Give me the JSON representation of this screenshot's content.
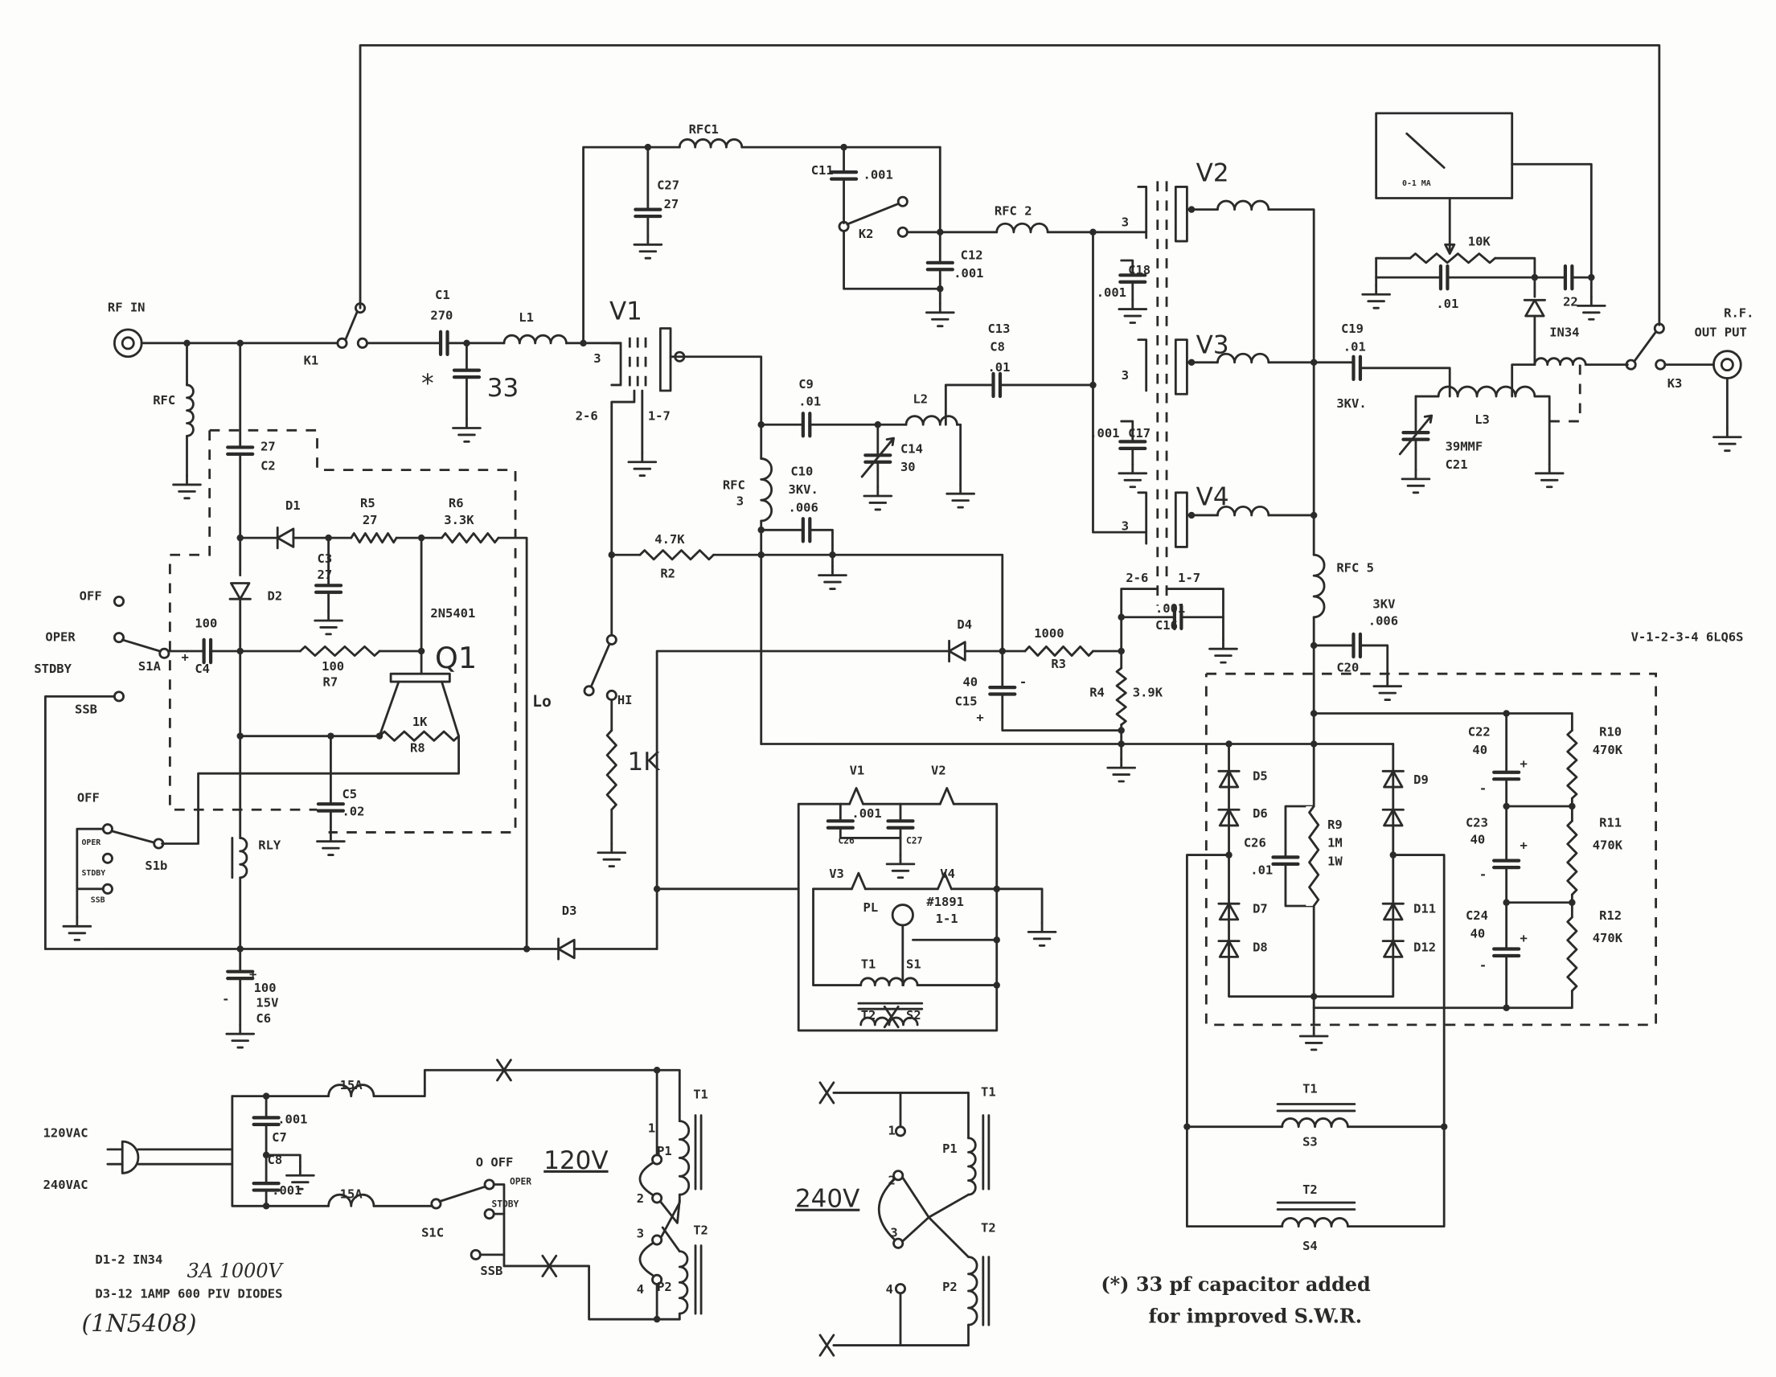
{
  "rf_in": "RF IN",
  "rf_out": {
    "line1": "R.F.",
    "line2": "OUT PUT"
  },
  "relays": {
    "k1": "K1",
    "k2": "K2",
    "k3": "K3"
  },
  "c1": {
    "name": "C1",
    "value": "270"
  },
  "added_cap": {
    "mark": "*",
    "value": "33"
  },
  "l1": "L1",
  "rfc_in": "RFC",
  "rfc1": "RFC1",
  "rfc2": "RFC 2",
  "rfc3": {
    "name": "RFC",
    "num": "3"
  },
  "rfc5": "RFC 5",
  "c27": {
    "name": "C27",
    "value": "27"
  },
  "c11": {
    "name": "C11",
    "value": ".001"
  },
  "c12": {
    "name": "C12",
    "value": ".001"
  },
  "tubes": {
    "v1": "V1",
    "v2": "V2",
    "v3": "V3",
    "v4": "V4",
    "type_note": "V-1-2-3-4 6LQ6S"
  },
  "pins": {
    "grid": "3",
    "cathode": "2-6",
    "heater": "1-7"
  },
  "c9": {
    "name": "C9",
    "value": ".01"
  },
  "c10": {
    "name": "C10",
    "rating": "3KV.",
    "value": ".006"
  },
  "c13": {
    "name": "C13",
    "alt": "C8",
    "value": ".01"
  },
  "c14": {
    "name": "C14",
    "value": "30"
  },
  "l2": "L2",
  "c16": {
    "value": ".001",
    "name": "C16"
  },
  "c17": {
    "value": ".001",
    "name": "C17"
  },
  "c18": {
    "value": ".001",
    "name": "C18"
  },
  "c19": {
    "name": "C19",
    "value": ".01",
    "rating": "3KV."
  },
  "l3": "L3",
  "c21": {
    "value": "39MMF",
    "name": "C21"
  },
  "meter": {
    "range": "0-1 MA",
    "pot": "10K",
    "cap1": ".01",
    "cap2": "22",
    "diode": "IN34"
  },
  "c20": {
    "rating": "3KV",
    "value": ".006",
    "name": "C20"
  },
  "r2": {
    "value": "4.7K",
    "name": "R2"
  },
  "d4": "D4",
  "r3": {
    "value": "1000",
    "name": "R3"
  },
  "r4": {
    "name": "R4",
    "value": "3.9K"
  },
  "c15": {
    "value": "40",
    "name": "C15",
    "minus": "-",
    "plus": "+"
  },
  "lohi": {
    "lo": "Lo",
    "hi": "HI",
    "res": "1K"
  },
  "bias": {
    "c2": {
      "value": "27",
      "name": "C2"
    },
    "d1": "D1",
    "d2": "D2",
    "d3": "D3",
    "r5": {
      "name": "R5",
      "value": "27"
    },
    "r6": {
      "name": "R6",
      "value": "3.3K"
    },
    "c3": {
      "name": "C3",
      "value": "27"
    },
    "c4": {
      "value": "100",
      "name": "C4",
      "plus": "+"
    },
    "r7": {
      "value": "100",
      "name": "R7"
    },
    "q1": {
      "name": "Q1",
      "part": "2N5401"
    },
    "r8": {
      "value": "1K",
      "name": "R8"
    },
    "c5": {
      "name": "C5",
      "value": ".02"
    },
    "rly": "RLY",
    "c6": {
      "plus": "+",
      "value": "100",
      "voltage": "15V",
      "name": "C6",
      "minus": "-"
    }
  },
  "s1a": {
    "name": "S1A",
    "off": "OFF",
    "oper": "OPER",
    "stdby": "STDBY",
    "ssb": "SSB"
  },
  "s1b": {
    "name": "S1b",
    "off": "OFF",
    "oper": "OPER",
    "stdby": "STDBY",
    "ssb": "SSB"
  },
  "filament": {
    "v1": "V1",
    "v2": "V2",
    "v3": "V3",
    "v4": "V4",
    "cap": ".001",
    "c26": "C26",
    "c27": "C27",
    "pl": "PL",
    "lamp": "#1891",
    "lamp2": "1-1",
    "t1": "T1",
    "s1": "S1",
    "t2": "T2",
    "s2": "S2"
  },
  "hv": {
    "d5": "D5",
    "d6": "D6",
    "d7": "D7",
    "d8": "D8",
    "d9": "D9",
    "d11": "D11",
    "d12": "D12",
    "c26": {
      "name": "C26",
      "value": ".01"
    },
    "r9": {
      "name": "R9",
      "value": "1M",
      "watt": "1W"
    },
    "c22": {
      "name": "C22",
      "value": "40"
    },
    "c23": {
      "name": "C23",
      "value": "40"
    },
    "c24": {
      "name": "C24",
      "value": "40"
    },
    "r10": {
      "name": "R10",
      "value": "470K"
    },
    "r11": {
      "name": "R11",
      "value": "470K"
    },
    "r12": {
      "name": "R12",
      "value": "470K"
    },
    "plus": "+",
    "minus": "-",
    "t1": "T1",
    "s3": "S3",
    "t2": "T2",
    "s4": "S4"
  },
  "mains": {
    "in120": "120VAC",
    "in240": "240VAC",
    "fuse1": "15A",
    "fuse2": "15A",
    "c7": {
      "value": ".001",
      "name": "C7"
    },
    "c8": {
      "name": "C8",
      "value": ".001"
    },
    "s1c": "S1C",
    "off": "O OFF",
    "oper": "OPER",
    "stdby": "STDBY",
    "ssb": "SSB",
    "v120": "120V",
    "t1": "T1",
    "t2": "T2",
    "p1": "P1",
    "p2": "P2",
    "tap1": "1",
    "tap2": "2",
    "tap3": "3",
    "tap4": "4"
  },
  "alt240": {
    "v240": "240V",
    "t1": "T1",
    "t2": "T2",
    "p1": "P1",
    "p2": "P2",
    "tap1": "1",
    "tap2": "2",
    "tap3": "3",
    "tap4": "4"
  },
  "notes": {
    "line1": "D1-2 IN34",
    "hand1": "3A 1000V",
    "line2": "D3-12 1AMP 600 PIV DIODES",
    "hand2": "(1N5408)",
    "swr1": "(*) 33 pf capacitor added",
    "swr2": "for improved S.W.R."
  }
}
